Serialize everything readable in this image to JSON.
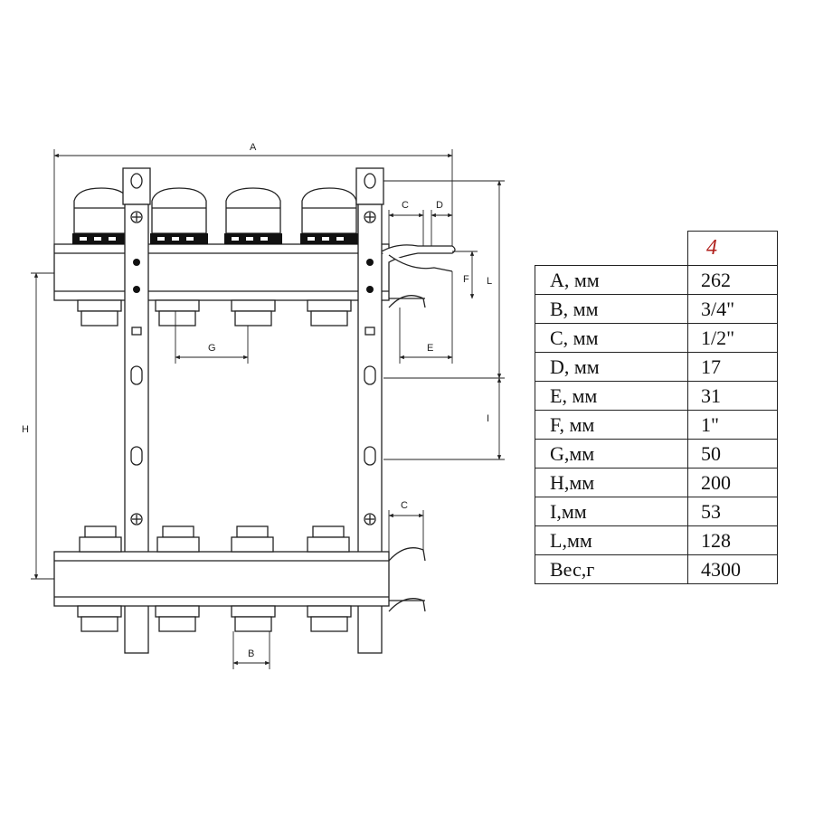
{
  "diagram": {
    "dimension_labels": {
      "A": "A",
      "B": "B",
      "C_top": "C",
      "C_bottom": "C",
      "D": "D",
      "E": "E",
      "F": "F",
      "G": "G",
      "H": "H",
      "I": "I",
      "L": "L"
    }
  },
  "spec_table": {
    "model": "4",
    "rows": [
      {
        "param": "A, мм",
        "value": "262"
      },
      {
        "param": "B, мм",
        "value": "3/4\""
      },
      {
        "param": "C, мм",
        "value": "1/2\""
      },
      {
        "param": "D, мм",
        "value": "17"
      },
      {
        "param": "E, мм",
        "value": "31"
      },
      {
        "param": "F, мм",
        "value": "1\""
      },
      {
        "param": "G,мм",
        "value": "50"
      },
      {
        "param": "H,мм",
        "value": "200"
      },
      {
        "param": "I,мм",
        "value": "53"
      },
      {
        "param": "L,мм",
        "value": "128"
      },
      {
        "param": "Вес,г",
        "value": "4300"
      }
    ]
  },
  "colors": {
    "line": "#222222",
    "model_accent": "#b0201c"
  }
}
